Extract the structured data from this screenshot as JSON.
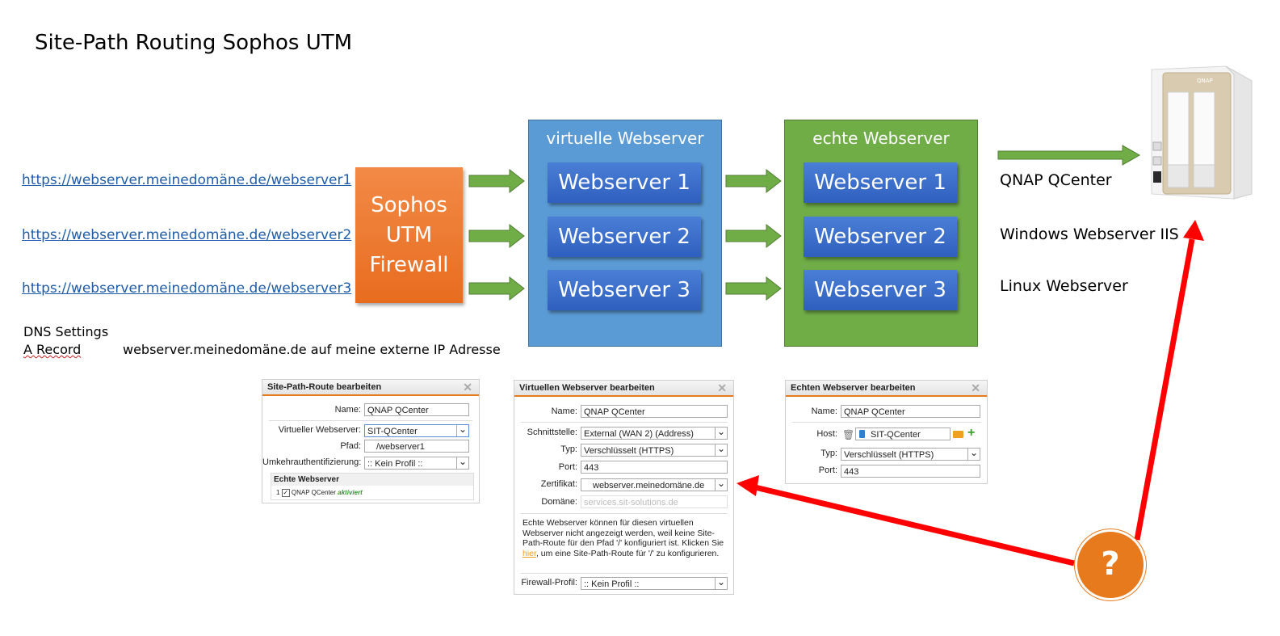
{
  "title": "Site-Path Routing Sophos UTM",
  "urls": [
    "https://webserver.meinedomäne.de/webserver1",
    "https://webserver.meinedomäne.de/webserver2",
    "https://webserver.meinedomäne.de/webserver3"
  ],
  "dns": {
    "heading": "DNS Settings",
    "record_type": "A Record",
    "record_value": "webserver.meinedomäne.de auf meine externe IP Adresse"
  },
  "firewall": {
    "line1": "Sophos",
    "line2": "UTM",
    "line3": "Firewall"
  },
  "virtual_panel": {
    "title": "virtuelle Webserver",
    "items": [
      "Webserver 1",
      "Webserver 2",
      "Webserver 3"
    ]
  },
  "real_panel": {
    "title": "echte Webserver",
    "items": [
      "Webserver 1",
      "Webserver 2",
      "Webserver 3"
    ]
  },
  "hosts": [
    "QNAP QCenter",
    "Windows Webserver IIS",
    "Linux Webserver"
  ],
  "device": {
    "brand": "QNAP"
  },
  "question_mark": "?",
  "colors": {
    "orange": "#e87a1e",
    "blue": "#5b9bd5",
    "green": "#70ad47",
    "arrow_green": "#70ad47",
    "arrow_red": "#ff0000"
  },
  "dialog_sitepath": {
    "title": "Site-Path-Route bearbeiten",
    "name_label": "Name:",
    "name_value": "QNAP QCenter",
    "vws_label": "Virtueller Webserver:",
    "vws_value": "SIT-QCenter",
    "path_label": "Pfad:",
    "path_value": "/webserver1",
    "auth_label": "Umkehrauthentifizierung:",
    "auth_value": ":: Kein Profil ::",
    "section": "Echte Webserver",
    "entry_index": "1",
    "entry_name": "QNAP QCenter",
    "entry_status": "aktiviert"
  },
  "dialog_virtual": {
    "title": "Virtuellen Webserver bearbeiten",
    "name_label": "Name:",
    "name_value": "QNAP QCenter",
    "iface_label": "Schnittstelle:",
    "iface_value": "External (WAN 2) (Address)",
    "type_label": "Typ:",
    "type_value": "Verschlüsselt (HTTPS)",
    "port_label": "Port:",
    "port_value": "443",
    "cert_label": "Zertifikat:",
    "cert_value": "webserver.meinedomäne.de",
    "domain_label": "Domäne:",
    "domain_placeholder": "services.sit-solutions.de",
    "info_before": "Echte Webserver können für diesen virtuellen Webserver nicht angezeigt werden, weil keine Site-Path-Route für den Pfad '/' konfiguriert ist. Klicken Sie ",
    "info_link": "hier",
    "info_after": ", um eine Site-Path-Route für '/' zu konfigurieren.",
    "fw_label": "Firewall-Profil:",
    "fw_value": ":: Kein Profil ::"
  },
  "dialog_real": {
    "title": "Echten Webserver bearbeiten",
    "name_label": "Name:",
    "name_value": "QNAP QCenter",
    "host_label": "Host:",
    "host_value": "SIT-QCenter",
    "type_label": "Typ:",
    "type_value": "Verschlüsselt (HTTPS)",
    "port_label": "Port:",
    "port_value": "443"
  }
}
